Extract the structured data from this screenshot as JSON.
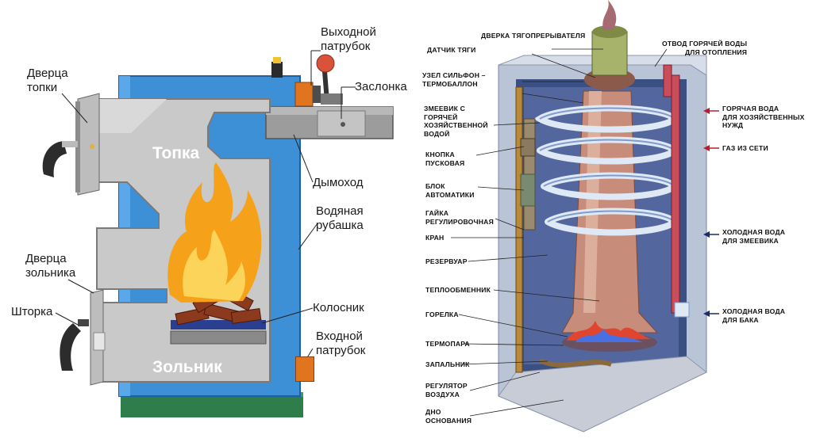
{
  "colors": {
    "jacket_blue": "#3d8fd6",
    "steel_gray": "#c9c9c9",
    "base_green": "#2e7d4a",
    "flame_orange": "#f5a21a",
    "arrow_red": "#b3202a",
    "arrow_navy": "#1a2a6c"
  },
  "left_diagram": {
    "chambers": {
      "firebox": "Топка",
      "ash_pit": "Зольник"
    },
    "labels": {
      "firebox_door": [
        "Дверца",
        "топки"
      ],
      "outlet_pipe": [
        "Выходной",
        "патрубок"
      ],
      "damper": "Заслонка",
      "chimney": "Дымоход",
      "water_jacket": [
        "Водяная",
        "рубашка"
      ],
      "ash_door": [
        "Дверца",
        "зольника"
      ],
      "shutter": "Шторка",
      "grate": "Колосник",
      "inlet_pipe": [
        "Входной",
        "патрубок"
      ]
    }
  },
  "right_diagram": {
    "labels": {
      "draft_door": "ДВЕРКА ТЯГОПРЕРЫВАТЕЛЯ",
      "draft_sensor": "ДАТЧИК ТЯГИ",
      "bellows": [
        "УЗЕЛ СИЛЬФОН –",
        "ТЕРМОБАЛЛОН"
      ],
      "coil": [
        "ЗМЕЕВИК С",
        "ГОРЯЧЕЙ",
        "ХОЗЯЙСТВЕННОЙ",
        "ВОДОЙ"
      ],
      "start_button": [
        "КНОПКА",
        "ПУСКОВАЯ"
      ],
      "automation_block": [
        "БЛОК",
        "АВТОМАТИКИ"
      ],
      "adjusting_nut": [
        "ГАЙКА",
        "РЕГУЛИРОВОЧНАЯ"
      ],
      "valve": "КРАН",
      "tank": "РЕЗЕРВУАР",
      "heat_exchanger": "ТЕПЛООБМЕННИК",
      "burner": "ГОРЕЛКА",
      "thermocouple": "ТЕРМОПАРА",
      "igniter": "ЗАПАЛЬНИК",
      "air_regulator": [
        "РЕГУЛЯТОР",
        "ВОЗДУХА"
      ],
      "base_bottom": [
        "ДНО",
        "ОСНОВАНИЯ"
      ],
      "heating_hot_water_outlet": [
        "ОТВОД ГОРЯЧЕЙ ВОДЫ",
        "ДЛЯ ОТОПЛЕНИЯ"
      ],
      "domestic_hot_water": [
        "ГОРЯЧАЯ ВОДА",
        "ДЛЯ ХОЗЯЙСТВЕННЫХ",
        "НУЖД"
      ],
      "gas_supply": "ГАЗ ИЗ СЕТИ",
      "cold_water_coil": [
        "ХОЛОДНАЯ ВОДА",
        "ДЛЯ ЗМЕЕВИКА"
      ],
      "cold_water_tank": [
        "ХОЛОДНАЯ ВОДА",
        "ДЛЯ БАКА"
      ]
    }
  }
}
